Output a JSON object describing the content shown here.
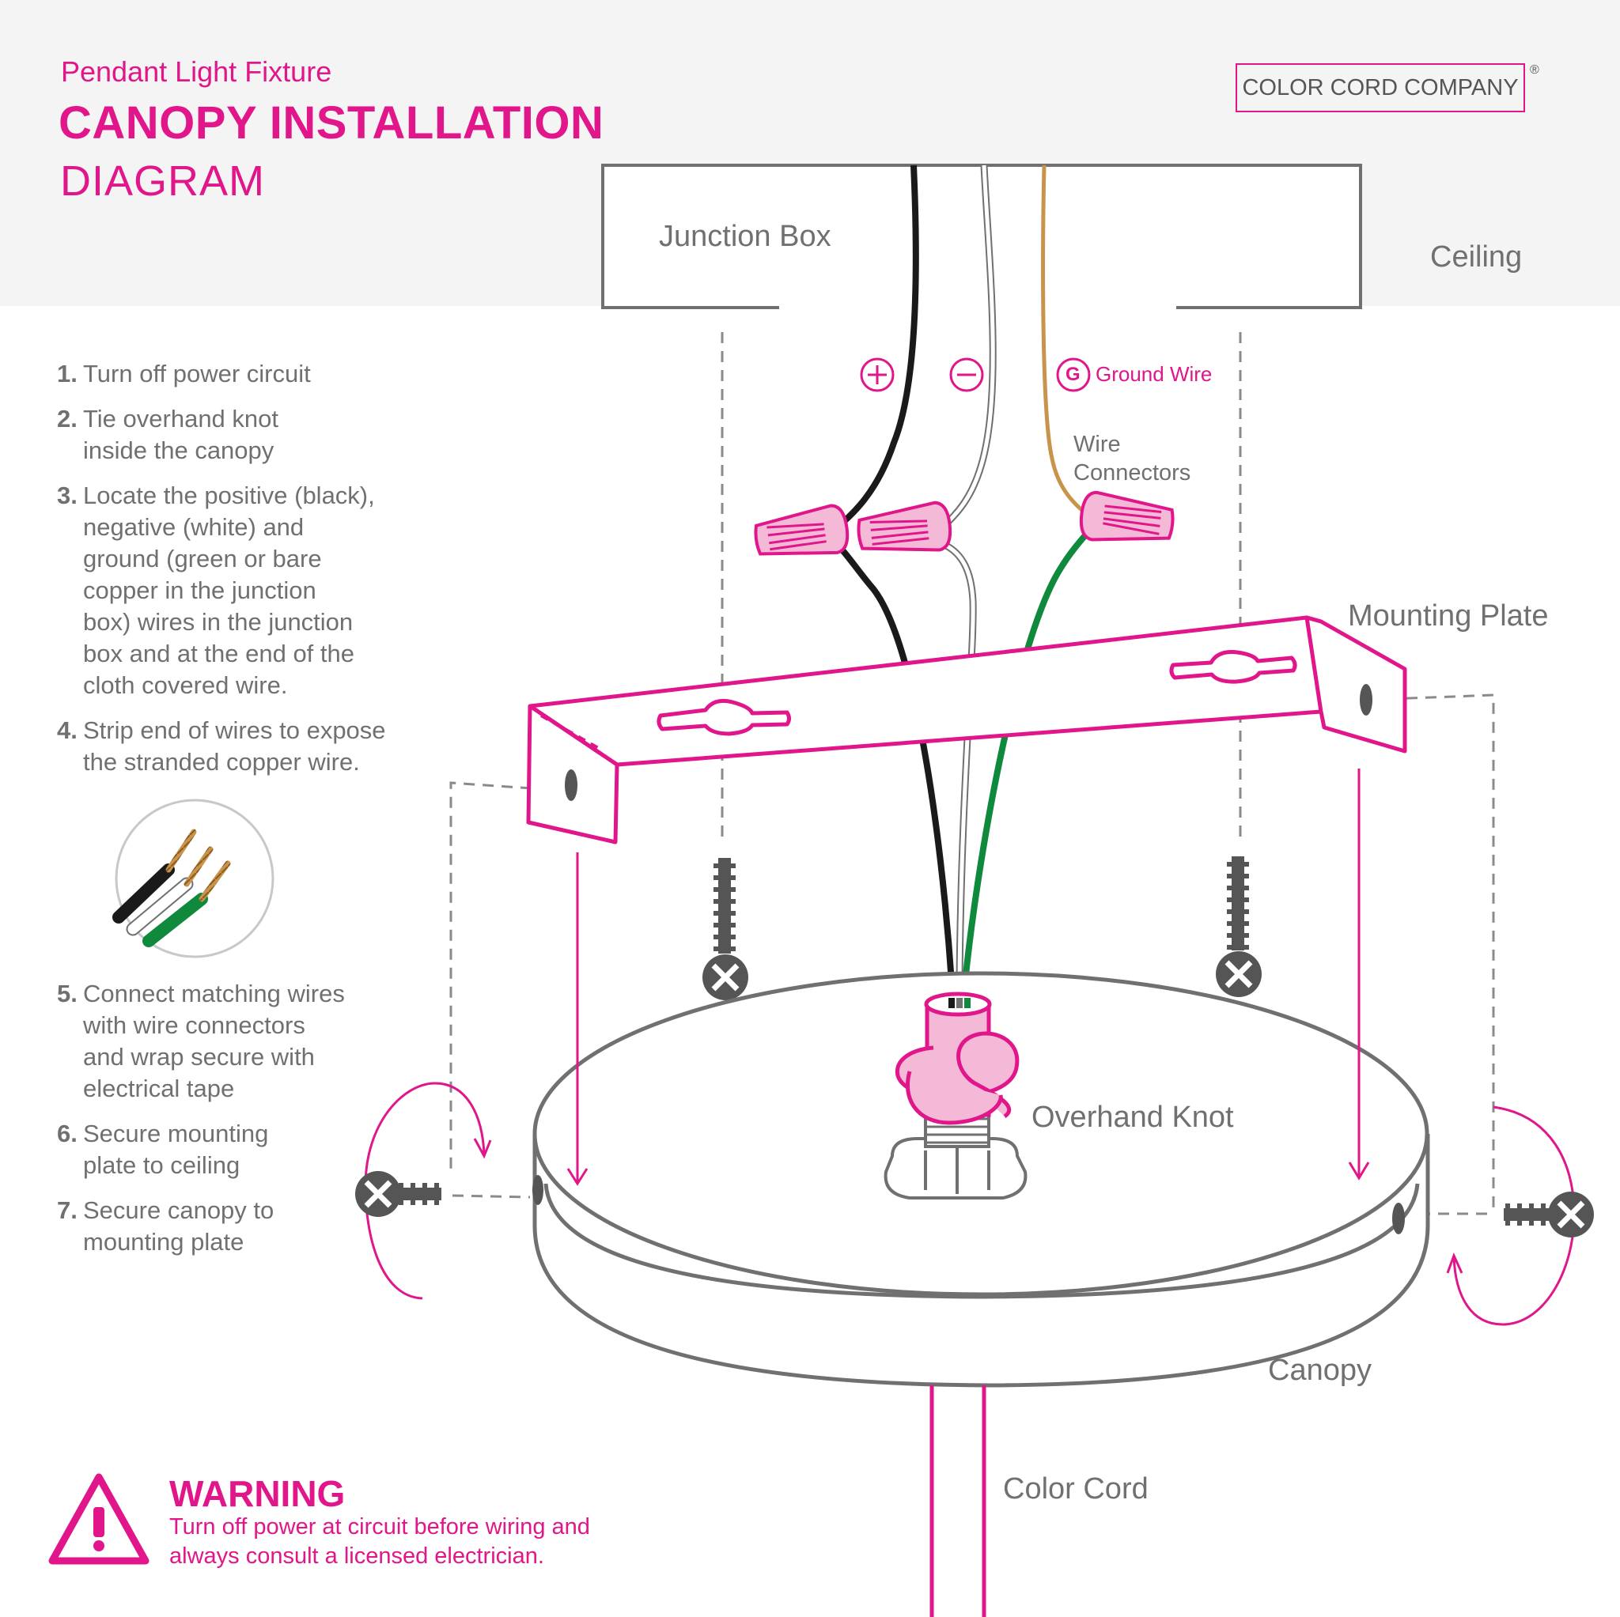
{
  "header": {
    "subtitle": "Pendant Light Fixture",
    "title": "CANOPY INSTALLATION",
    "title_line2": "DIAGRAM",
    "brand": "COLOR CORD COMPANY",
    "brand_mark": "®"
  },
  "labels": {
    "junction_box": "Junction Box",
    "ceiling": "Ceiling",
    "ground_symbol": "G",
    "ground_wire": "Ground Wire",
    "wire_connectors": "Wire Connectors",
    "mounting_plate": "Mounting Plate",
    "overhand_knot": "Overhand Knot",
    "canopy": "Canopy",
    "color_cord": "Color Cord"
  },
  "steps_top": [
    {
      "num": "1.",
      "text": "Turn off power circuit"
    },
    {
      "num": "2.",
      "text": "Tie overhand knot\ninside the canopy"
    },
    {
      "num": "3.",
      "text": "Locate the positive (black),\nnegative (white) and\nground (green or bare\ncopper in the junction\nbox) wires in the junction\nbox and at the end of the\ncloth covered wire."
    },
    {
      "num": "4.",
      "text": "Strip end of wires to expose\nthe stranded copper wire."
    }
  ],
  "steps_bottom": [
    {
      "num": "5.",
      "text": "Connect matching wires\nwith wire connectors\nand wrap secure with\nelectrical tape"
    },
    {
      "num": "6.",
      "text": "Secure mounting\nplate to ceiling"
    },
    {
      "num": "7.",
      "text": "Secure canopy to\nmounting plate"
    }
  ],
  "warning": {
    "title": "WARNING",
    "text": "Turn off power at circuit before wiring and\nalways consult a licensed electrician."
  },
  "colors": {
    "accent": "#e0168a",
    "outline": "#707070",
    "header_bg": "#f4f4f4",
    "positive_wire": "#1a1a1a",
    "negative_wire": "#ffffff",
    "ground_green": "#0f8a3c",
    "copper": "#c8934a"
  },
  "icons": [
    "plus-icon",
    "minus-icon",
    "warning-icon",
    "screw-icon"
  ]
}
